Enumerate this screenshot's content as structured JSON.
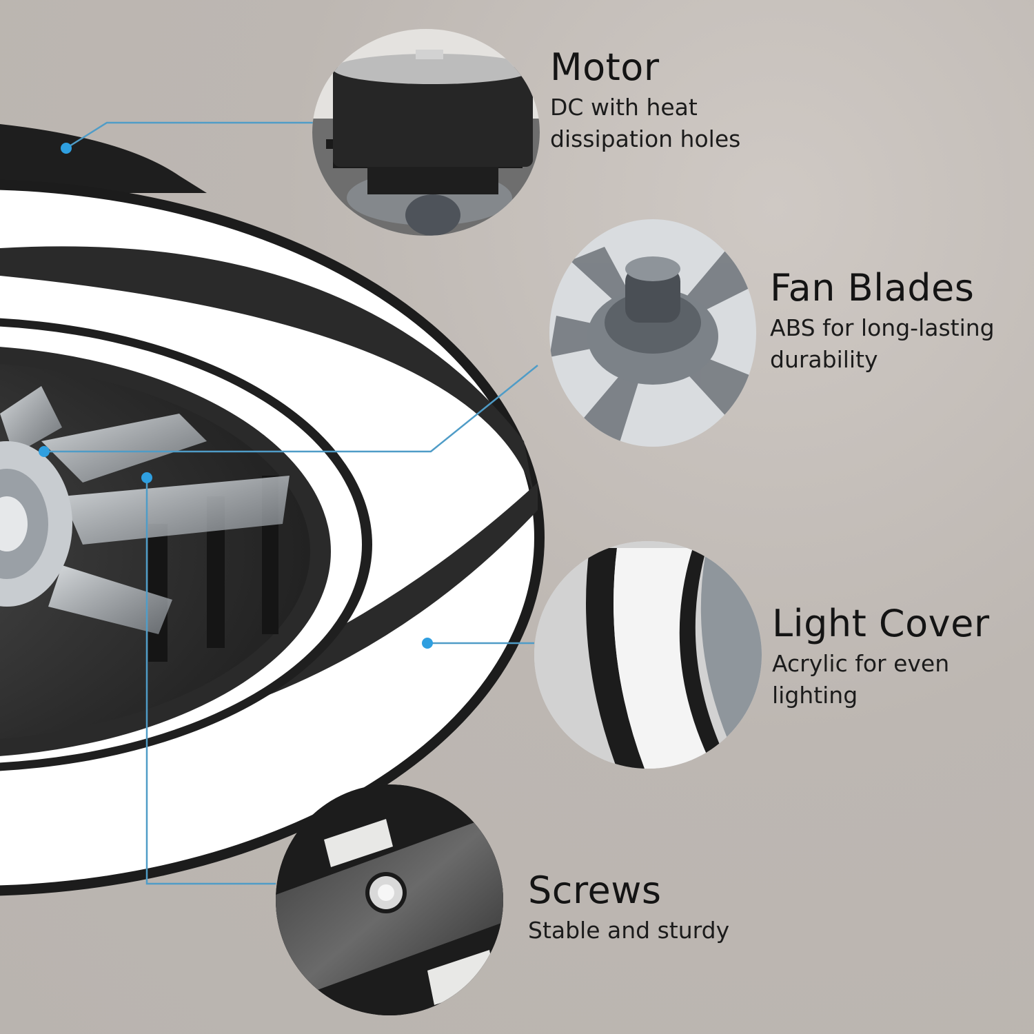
{
  "features": [
    {
      "title": "Motor",
      "description_line1": "DC with heat",
      "description_line2": "dissipation holes"
    },
    {
      "title": "Fan Blades",
      "description_line1": "ABS for long-lasting",
      "description_line2": "durability"
    },
    {
      "title": "Light Cover",
      "description_line1": "Acrylic for even",
      "description_line2": "lighting"
    },
    {
      "title": "Screws",
      "description_line1": "Stable and sturdy",
      "description_line2": ""
    }
  ],
  "colors": {
    "background": "#bdb7b2",
    "callout_line": "#4f9cc7",
    "callout_dot": "#2f9fe0",
    "frame_black": "#1c1c1c",
    "light_white": "#ffffff"
  },
  "icons": {
    "callout_dot": "filled-circle-marker"
  }
}
